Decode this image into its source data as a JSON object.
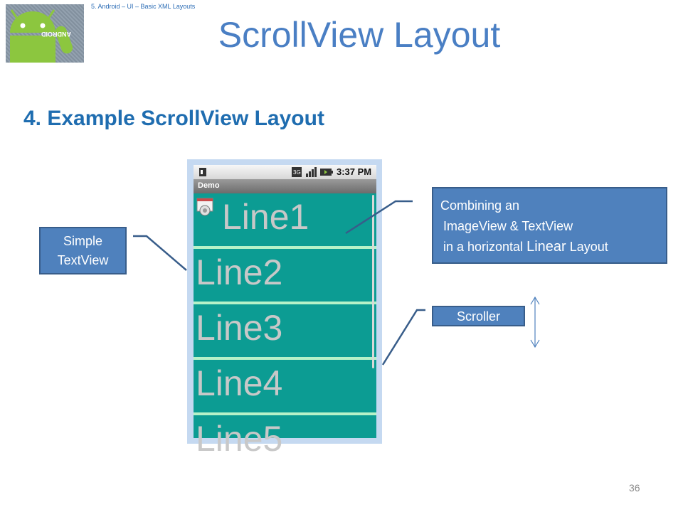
{
  "header": {
    "breadcrumb": "5. Android – UI – Basic XML Layouts",
    "title": "ScrollView Layout",
    "subtitle": "4. Example ScrollView Layout"
  },
  "logo": {
    "icon": "android-robot-icon",
    "text": "ANDROID"
  },
  "phone": {
    "status_time": "3:37 PM",
    "status_icons": [
      "sim-icon",
      "3g-icon",
      "signal-bars-icon",
      "battery-icon"
    ],
    "app_title": "Demo",
    "rows": [
      "Line1",
      "Line2",
      "Line3",
      "Line4",
      "Line5"
    ],
    "row_bg": "#0c9c93",
    "divider_color": "#b6f2c8"
  },
  "callouts": {
    "simple_line1": "Simple",
    "simple_line2": "TextView",
    "combining_line1": "Combining an",
    "combining_line2": "ImageView & TextView",
    "combining_line3_pre": "in a horizontal ",
    "combining_line3_big": "Linear",
    "combining_line3_post": " Layout",
    "scroller": "Scroller",
    "box_color": "#4f81bd"
  },
  "page_number": "36"
}
